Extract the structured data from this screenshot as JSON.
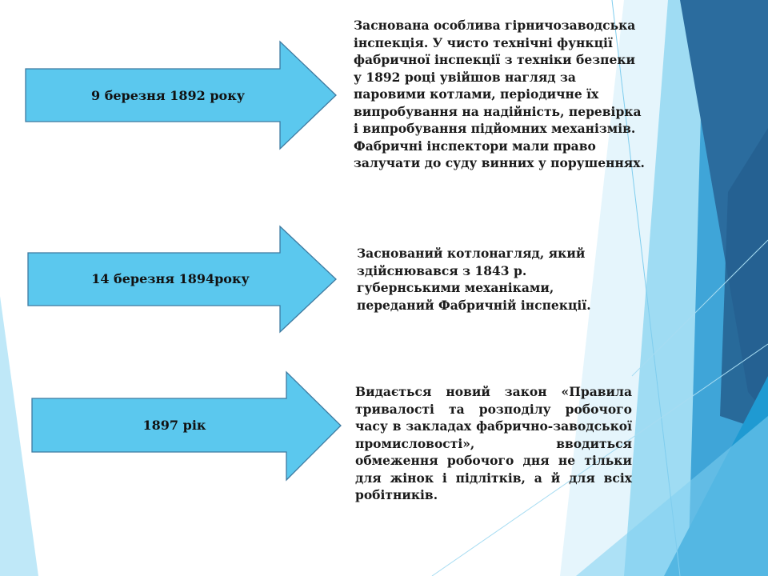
{
  "slide": {
    "colors": {
      "arrow_fill": "#5BC8EE",
      "arrow_stroke": "#3E7AA0",
      "deco_dark": "#2B6C9E",
      "deco_mid": "#2E9FD6",
      "deco_light": "#9FDDF4"
    },
    "events": [
      {
        "date": "9 березня 1892 року",
        "description": "Заснована особлива гірничозаводська інспекція. У чисто технічні функції фабричної інспекції з техніки безпеки у 1892 році увійшов нагляд за паровими котлами, періодичне їх випробування на надійність, перевірка і випробування підйомних механізмів. Фабричні інспектори мали право залучати до суду винних у порушеннях."
      },
      {
        "date": "14 березня 1894року",
        "description": "Заснований котлонагляд, який здійснювався з 1843 р. губернськими механіками, переданий Фабричній інспекції."
      },
      {
        "date": "1897 рік",
        "description": "Видається новий закон «Правила тривалості та розподілу робочого часу в закладах фабрично-заводської промисловості», вводиться обмеження робочого дня не тільки для жінок і підлітків, а й для всіх робітників."
      }
    ]
  }
}
